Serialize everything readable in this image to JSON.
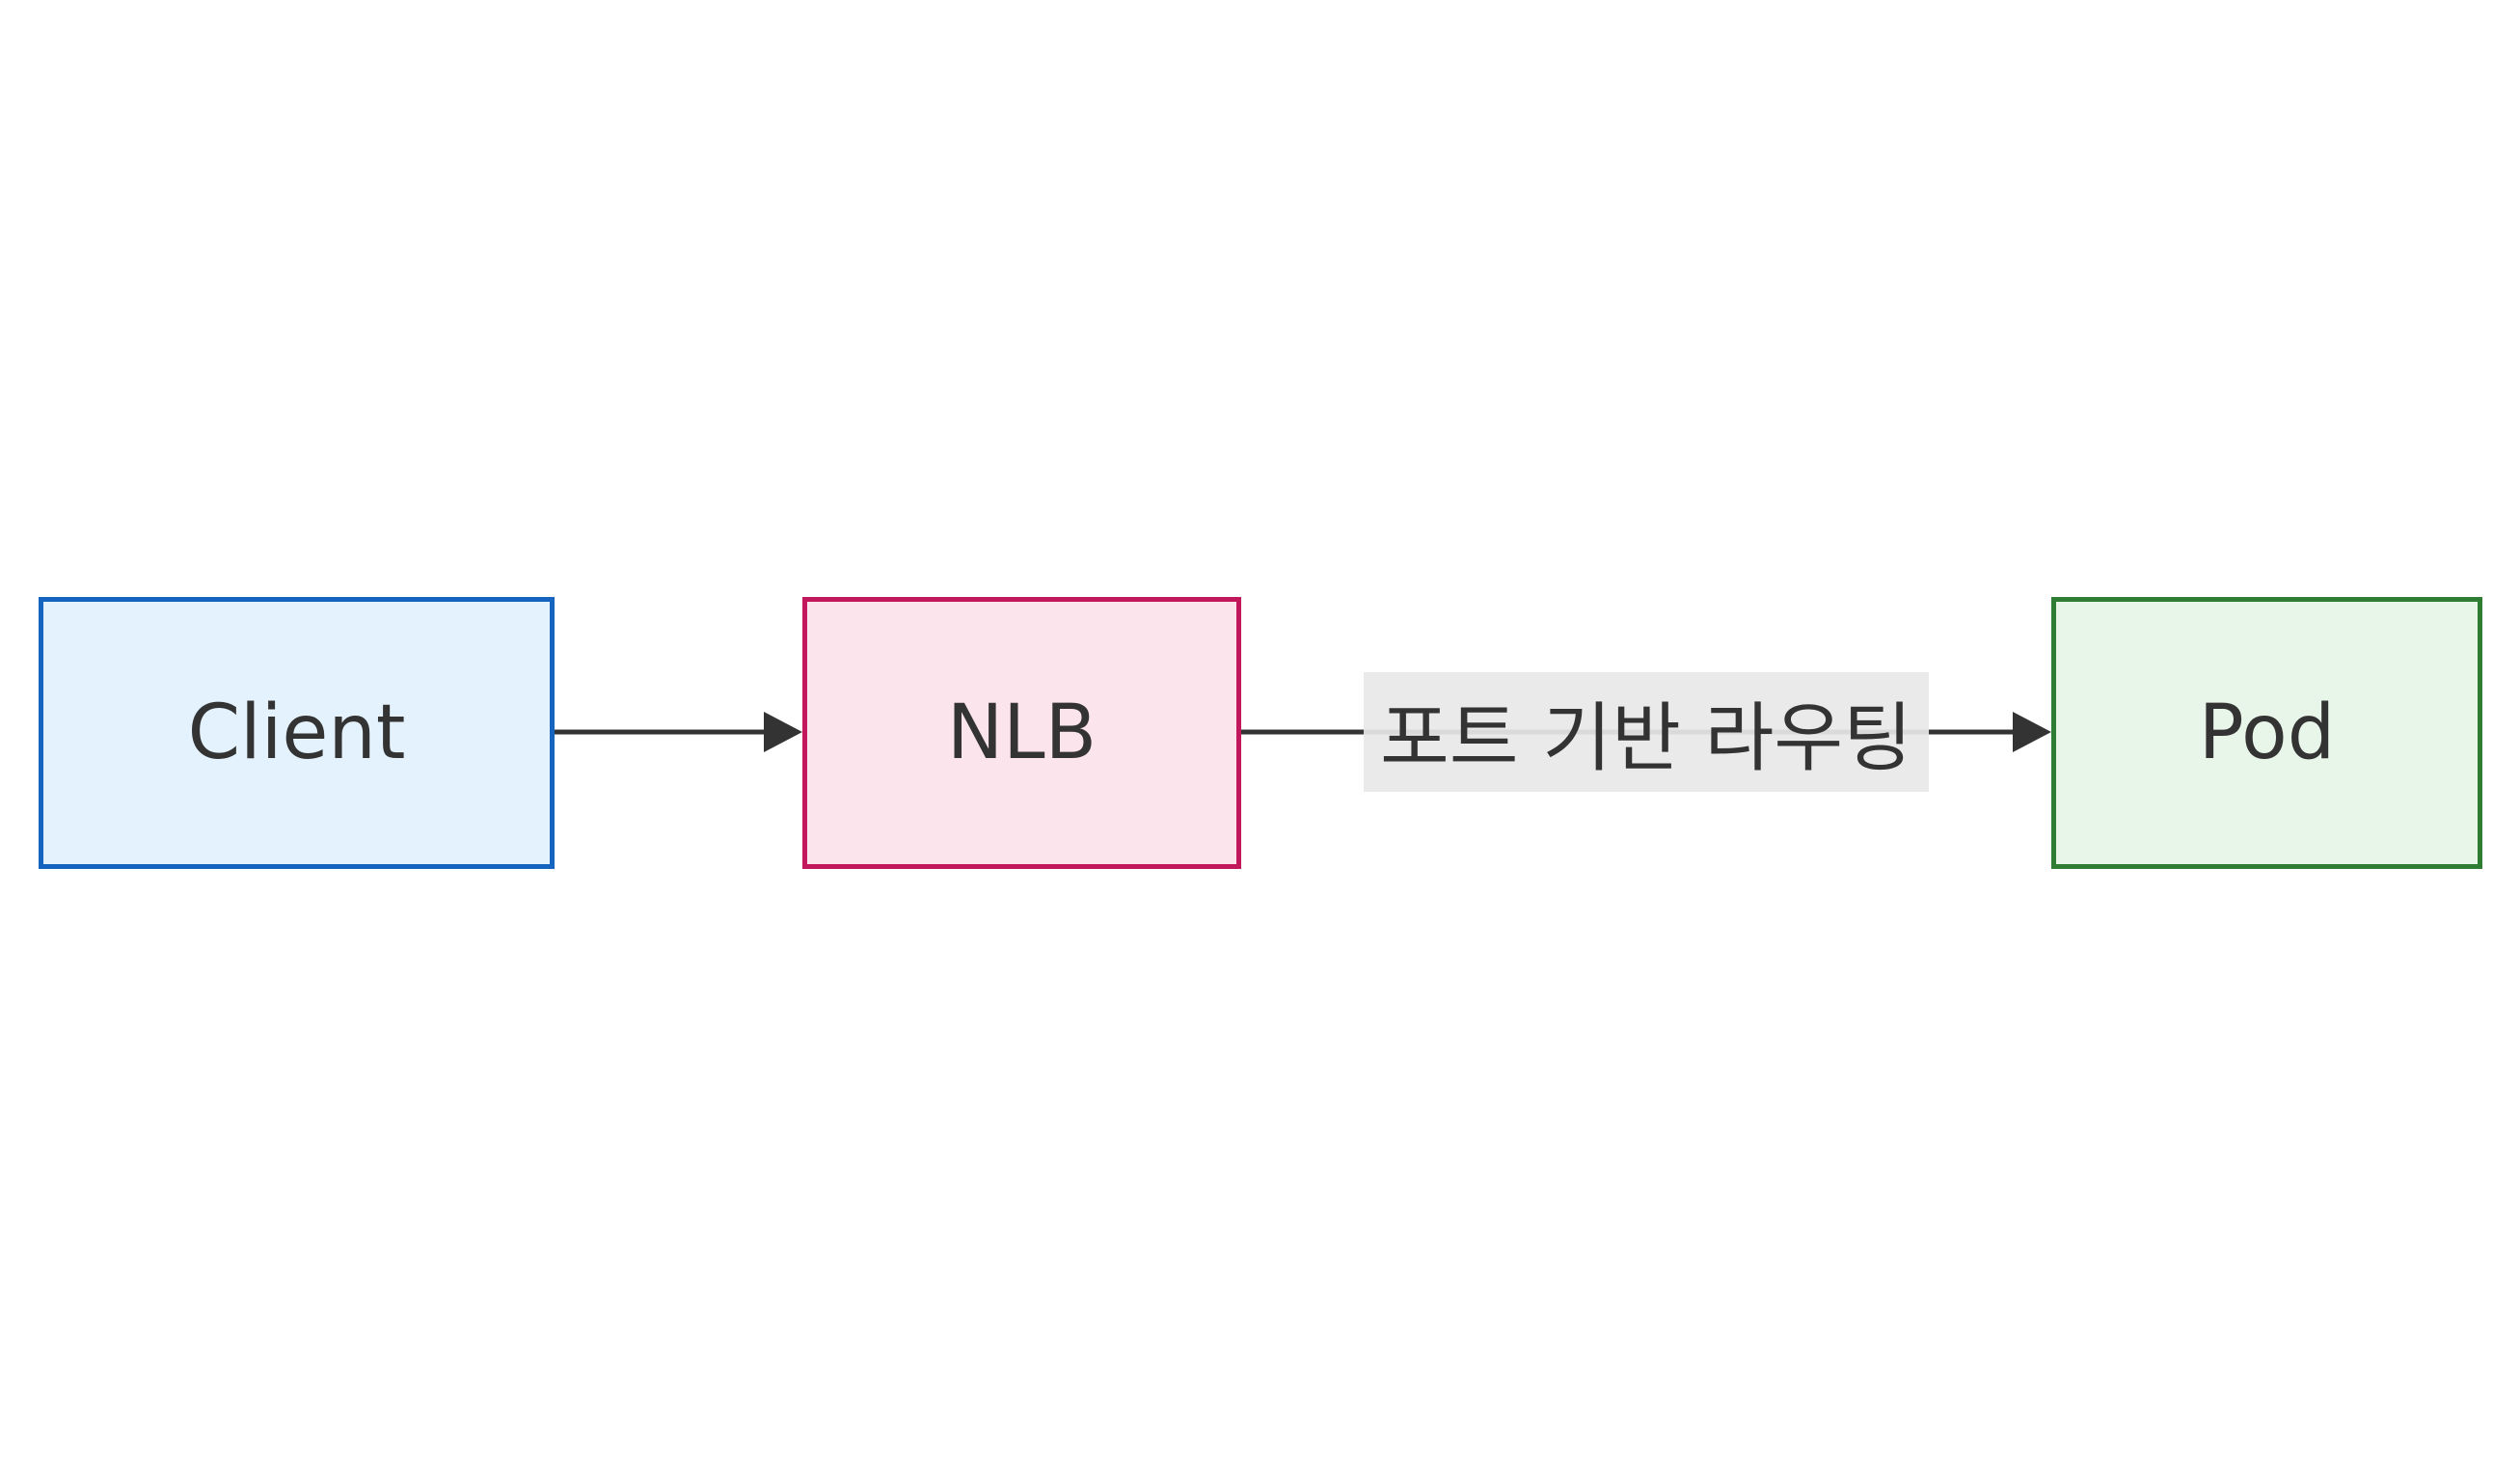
{
  "nodes": {
    "client": {
      "label": "Client",
      "fill": "#e3f2fd",
      "stroke": "#1565c0"
    },
    "nlb": {
      "label": "NLB",
      "fill": "#fce4ec",
      "stroke": "#c2185b"
    },
    "pod": {
      "label": "Pod",
      "fill": "#e8f5e9",
      "stroke": "#2e7d32"
    }
  },
  "edges": {
    "client_to_nlb": {
      "from": "Client",
      "to": "NLB",
      "label": ""
    },
    "nlb_to_pod": {
      "from": "NLB",
      "to": "Pod",
      "label": "포트 기반 라우팅"
    }
  },
  "colors": {
    "edge": "#333333",
    "edge_label_bg": "#e8e8e8",
    "text": "#333333"
  }
}
